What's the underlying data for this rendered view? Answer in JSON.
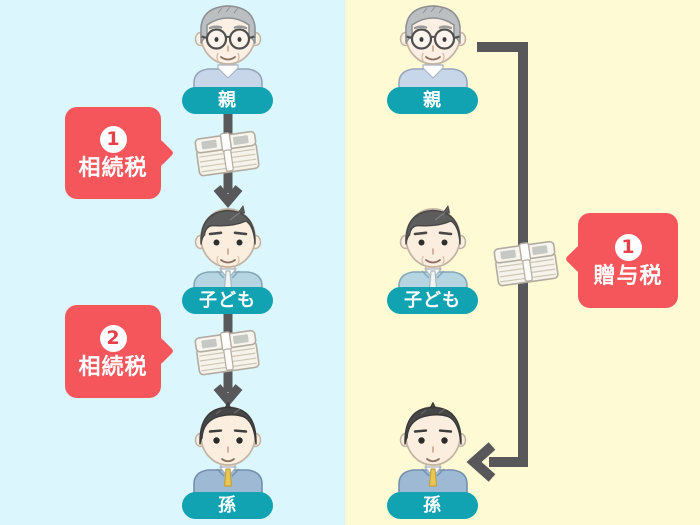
{
  "left_panel": {
    "name": "inheritance-route",
    "bg_color": "#dbf7fd",
    "nodes": {
      "parent": "親",
      "child": "子ども",
      "grandchild": "孫"
    },
    "tax_badges": [
      {
        "number": "1",
        "label": "相続税"
      },
      {
        "number": "2",
        "label": "相続税"
      }
    ]
  },
  "right_panel": {
    "name": "gift-route",
    "bg_color": "#fdfad4",
    "nodes": {
      "parent": "親",
      "child": "子ども",
      "grandchild": "孫"
    },
    "tax_badges": [
      {
        "number": "1",
        "label": "贈与税"
      }
    ]
  },
  "icons": {
    "money_stack": "banknote-bundle-icon",
    "arrow_down": "arrow-down-icon",
    "bypass_arrow": "bypass-arrow-icon"
  },
  "colors": {
    "pill_teal": "#12a3b3",
    "badge_red": "#f4565c",
    "badge_number_red": "#e6414b",
    "arrow_gray": "#58585b",
    "left_bg": "#dbf7fd",
    "right_bg": "#fdfad4"
  }
}
